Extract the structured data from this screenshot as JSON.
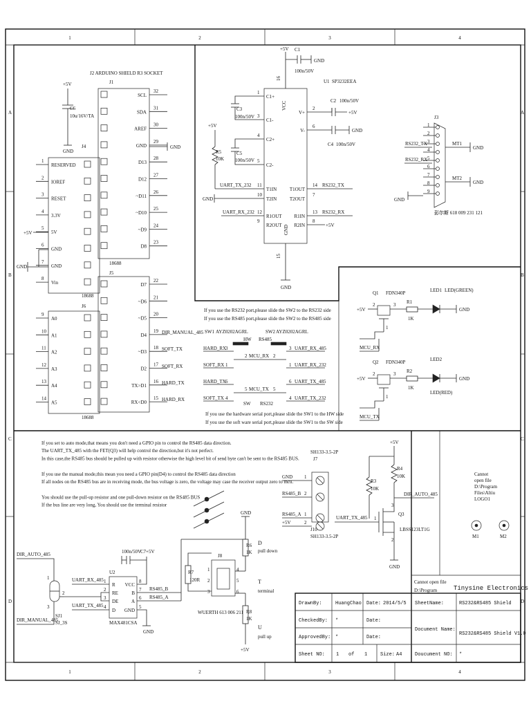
{
  "frame": {
    "cols": [
      "1",
      "2",
      "3",
      "4"
    ],
    "rows": [
      "A",
      "B",
      "C",
      "D"
    ]
  },
  "j2": {
    "title": "J2  ARDUINO SHIELD R3  SOCKET",
    "j1_ref": "J1",
    "j4_ref": "J4",
    "j5_ref": "J5",
    "j6_ref": "J6",
    "c6_ref": "C6",
    "c6_val": "10u/16V/TA",
    "vcc": "+5V",
    "j1_top": [
      {
        "pin": "32",
        "sig": "SCL"
      },
      {
        "pin": "31",
        "sig": "SDA"
      },
      {
        "pin": "30",
        "sig": "AREF"
      },
      {
        "pin": "29",
        "sig": "GND"
      },
      {
        "pin": "28",
        "sig": "D13"
      },
      {
        "pin": "27",
        "sig": "D12"
      },
      {
        "pin": "26",
        "sig": "~D11"
      },
      {
        "pin": "25",
        "sig": "~D10"
      },
      {
        "pin": "24",
        "sig": "~D9"
      },
      {
        "pin": "23",
        "sig": "D8"
      }
    ],
    "j5": [
      {
        "pin": "22",
        "sig": "D7"
      },
      {
        "pin": "21",
        "sig": "~D6"
      },
      {
        "pin": "20",
        "sig": "~D5"
      },
      {
        "pin": "19",
        "sig": "D4"
      },
      {
        "pin": "18",
        "sig": "~D3"
      },
      {
        "pin": "17",
        "sig": "D2"
      },
      {
        "pin": "16",
        "sig": "TX>D1"
      },
      {
        "pin": "15",
        "sig": "RX<D0"
      }
    ],
    "j4": [
      {
        "pin": "1",
        "sig": "RESERVED"
      },
      {
        "pin": "2",
        "sig": "IOREF"
      },
      {
        "pin": "3",
        "sig": "RESET"
      },
      {
        "pin": "4",
        "sig": "3.3V"
      },
      {
        "pin": "5",
        "sig": "5V"
      },
      {
        "pin": "6",
        "sig": "GND"
      },
      {
        "pin": "7",
        "sig": "GND"
      },
      {
        "pin": "8",
        "sig": "Vin"
      }
    ],
    "j6": [
      {
        "pin": "9",
        "sig": "A0"
      },
      {
        "pin": "10",
        "sig": "A1"
      },
      {
        "pin": "11",
        "sig": "A2"
      },
      {
        "pin": "12",
        "sig": "A3"
      },
      {
        "pin": "13",
        "sig": "A4"
      },
      {
        "pin": "14",
        "sig": "A5"
      }
    ],
    "nets_right": [
      {
        "pin": "29",
        "net": "GND"
      },
      {
        "pin": "19",
        "net": "DIR_MANUAL_485"
      },
      {
        "pin": "18",
        "net": "SOFT_TX"
      },
      {
        "pin": "17",
        "net": "SOFT_RX"
      },
      {
        "pin": "16",
        "net": "HARD_TX"
      },
      {
        "pin": "15",
        "net": "HARD_RX"
      }
    ],
    "nets_left": {
      "p5": "+5V",
      "p7": "GND"
    },
    "code": "18688"
  },
  "u1": {
    "ref": "U1",
    "part": "SP3232EEA",
    "vcc_net": "+5V",
    "c1_ref": "C1",
    "c1_val": "100n/50V",
    "gnd": "GND",
    "c2_ref": "C2",
    "c2_val": "100n/50V",
    "c3_ref": "C3",
    "c3_val": "100n/50V",
    "c4_ref": "C4",
    "c4_val": "100n/50V",
    "c5_ref": "C5",
    "c5_val": "100n/50V",
    "r5_ref": "R5",
    "r5_val": "10K",
    "r5_net": "+5V",
    "pins_left": [
      {
        "pin": "1",
        "sig": "C1+"
      },
      {
        "pin": "3",
        "sig": "C1-"
      },
      {
        "pin": "4",
        "sig": "C2+"
      },
      {
        "pin": "5",
        "sig": "C2-"
      },
      {
        "pin": "11",
        "sig": "T1IN"
      },
      {
        "pin": "10",
        "sig": "T2IN"
      },
      {
        "pin": "12",
        "sig": "R1OUT"
      },
      {
        "pin": "9",
        "sig": "R2OUT"
      }
    ],
    "pins_right": [
      {
        "pin": "2",
        "sig": "V+"
      },
      {
        "pin": "6",
        "sig": "V-"
      },
      {
        "pin": "14",
        "sig": "T1OUT"
      },
      {
        "pin": "7",
        "sig": "T2OUT"
      },
      {
        "pin": "13",
        "sig": "R1IN"
      },
      {
        "pin": "8",
        "sig": "R2IN"
      }
    ],
    "pin16": "16",
    "pin15": "15",
    "vcc": "VCC",
    "gndl": "GND",
    "net_tx232": "UART_TX_232",
    "net_rx232": "UART_RX_232",
    "net_rs232tx": "RS232_TX",
    "net_rs232rx": "RS232_RX",
    "r2in_net": "+5V"
  },
  "j3": {
    "ref": "J3",
    "part": "彭尔斯 618 009 231 121",
    "pins": [
      "1",
      "2",
      "3",
      "4",
      "5",
      "6",
      "7",
      "8",
      "9"
    ],
    "mt1": "MT1",
    "mt2": "MT2",
    "gnd": "GND",
    "net_tx": "RS232_TX",
    "net_rx": "RS232_RX"
  },
  "leds": {
    "q1": {
      "ref": "Q1",
      "part": "FDN340P",
      "vcc": "+5V",
      "net": "MCU_RX"
    },
    "r1": {
      "ref": "R1",
      "val": "1K"
    },
    "led1": {
      "ref": "LED1",
      "val": "LED(GREEN)"
    },
    "q2": {
      "ref": "Q2",
      "part": "FDN340P",
      "vcc": "+5V",
      "net": "MCU_TX"
    },
    "r2": {
      "ref": "R2",
      "val": "1K"
    },
    "led2": {
      "ref": "LED2",
      "val": "LED(RED)"
    },
    "gnd": "GND",
    "p1": "1",
    "p2": "2",
    "p3": "3"
  },
  "switches": {
    "note1": "If you use the RS232 port,please slide the SW2 to the RS232 side",
    "note2": "If you use the RS485 port,please slide the SW2 to the RS485 side",
    "sw1_ref": "SW1",
    "sw1_part": "AYZ0202AGRL",
    "sw2_ref": "SW2",
    "sw2_part": "AYZ0202AGRL",
    "hw": "HW",
    "rs485": "RS485",
    "sw": "SW",
    "rs232": "RS232",
    "left": [
      {
        "net": "HARD_RX",
        "pin": "3"
      },
      {
        "net": "SOFT_RX",
        "pin": "1"
      },
      {
        "net": "HARD_TX",
        "pin": "6"
      },
      {
        "net": "SOFT_TX",
        "pin": "4"
      }
    ],
    "mid": [
      {
        "net": "MCU_RX",
        "pa": "2",
        "pb": "2"
      },
      {
        "net": "MCU_TX",
        "pa": "5",
        "pb": "5"
      }
    ],
    "right": [
      {
        "net": "UART_RX_485",
        "pin": "3"
      },
      {
        "net": "UART_RX_232",
        "pin": "1"
      },
      {
        "net": "UART_TX_485",
        "pin": "6"
      },
      {
        "net": "UART_TX_232",
        "pin": "4"
      }
    ],
    "note3": "If you use the hardware serial port,please slide the SW1 to the  HW side",
    "note4": "If you use the soft ware serial port,please slide the SW1 to the  SW side"
  },
  "notes485": [
    "If you set to auto mode,that means you don't need  a GPIO pin to control the RS485 data direction.",
    "The UART_TX_485 with the FET(Q3)  will help control the direction,but it's not perfect.",
    "In this case,the RS485 bus should be pulled up with resistor otherwise the high level bit of send byte can't be sent to the RS485 BUS.",
    "",
    "If you use the manual mode,this mean you need a GPIO pin(D4) to control the RS485 data direction",
    "If all nodes on the RS485 bus are in receiving mode, the bus voltage is zero, the voltage may case the receiver output zero to mcu.",
    "",
    "You should use the pull-up resistor and one pull-down resistor on the RS485 BUS",
    "If the bus line are very long, You should use the terminal resistor"
  ],
  "rs485": {
    "u2_ref": "U2",
    "u2_part": "MAX481CSA",
    "u2_pins_left": [
      {
        "pin": "1",
        "sig": "R"
      },
      {
        "pin": "2",
        "sig": "RE"
      },
      {
        "pin": "3",
        "sig": "DE"
      },
      {
        "pin": "4",
        "sig": "D"
      }
    ],
    "u2_pins_right": [
      {
        "pin": "8",
        "sig": "VCC"
      },
      {
        "pin": "7",
        "sig": "B"
      },
      {
        "pin": "6",
        "sig": "A"
      },
      {
        "pin": "5",
        "sig": "GND"
      }
    ],
    "c7": "C7",
    "c7_val": "100n/50V",
    "vcc": "+5V",
    "gnd": "GND",
    "net_rx485": "UART_RX_485",
    "net_tx485": "UART_TX_485",
    "net_b": "RS485_B",
    "net_a": "RS485_A",
    "dir_auto": "DIR_AUTO_485",
    "dir_manual": "DIR_MANUAL_485",
    "sj1": "SJ1",
    "sj1_part": "SJ_3S",
    "sj_pins": [
      "1",
      "2",
      "3"
    ],
    "r7": "R7",
    "r7_val": "120R",
    "j8": "J8",
    "j8_part": "WUERTH 613 006 211 21",
    "j8_pins": [
      "1",
      "2",
      "3",
      "4",
      "5",
      "6"
    ],
    "r6": "R6",
    "r6_val": "1K",
    "r8": "R8",
    "r8_val": "1K",
    "d": "D",
    "pull_down": "pull down",
    "t": "T",
    "terminal": "terminal",
    "u": "U",
    "pull_up": "pull up"
  },
  "j7": {
    "ref": "J7",
    "part": "SH133-3.5-2P",
    "j10_ref": "J10",
    "pins": [
      "1",
      "2",
      "1",
      "2"
    ],
    "nets": [
      "GND",
      "RS485_B",
      "RS485_A",
      "+5V"
    ]
  },
  "q3": {
    "ref": "Q3",
    "part": "LBSS123LT1G",
    "vcc": "+5V",
    "r3": "R3",
    "r3_val": "10K",
    "r4": "R4",
    "r4_val": "10K",
    "net_dir": "DIR_AUTO_485",
    "net_tx": "UART_TX_485",
    "gnd": "GND",
    "pins": [
      "1",
      "2",
      "3"
    ]
  },
  "logo": {
    "lines": [
      "Cannot",
      "open file",
      "D:\\Program",
      "Files\\Altiu",
      "LOGO1"
    ],
    "m1": "M1",
    "m2": "M2"
  },
  "titleblock": {
    "cannot": "Cannot open file",
    "cannot2": "D:\\Program",
    "company": "Tinysine Electronics",
    "drawn_label": "DrawnBy:",
    "drawn": "HuangChao",
    "date_label": "Date:",
    "date": "2014/5/5",
    "checked_label": "CheckedBy:",
    "checked": "*",
    "approved_label": "ApprovedBy:",
    "approved": "*",
    "date2": "",
    "date3": "",
    "sheet_label": "Sheet NO:",
    "sheet": "1",
    "of": "of",
    "total": "1",
    "size_label": "Size:",
    "size": "A4",
    "sheetname_label": "SheetName:",
    "sheetname": "RS232&RS485 Shield",
    "docname_label": "Document Name:",
    "docname": "RS232&RS485 Shield V1.0",
    "docno_label": "Doucument NO:",
    "docno": "*"
  }
}
